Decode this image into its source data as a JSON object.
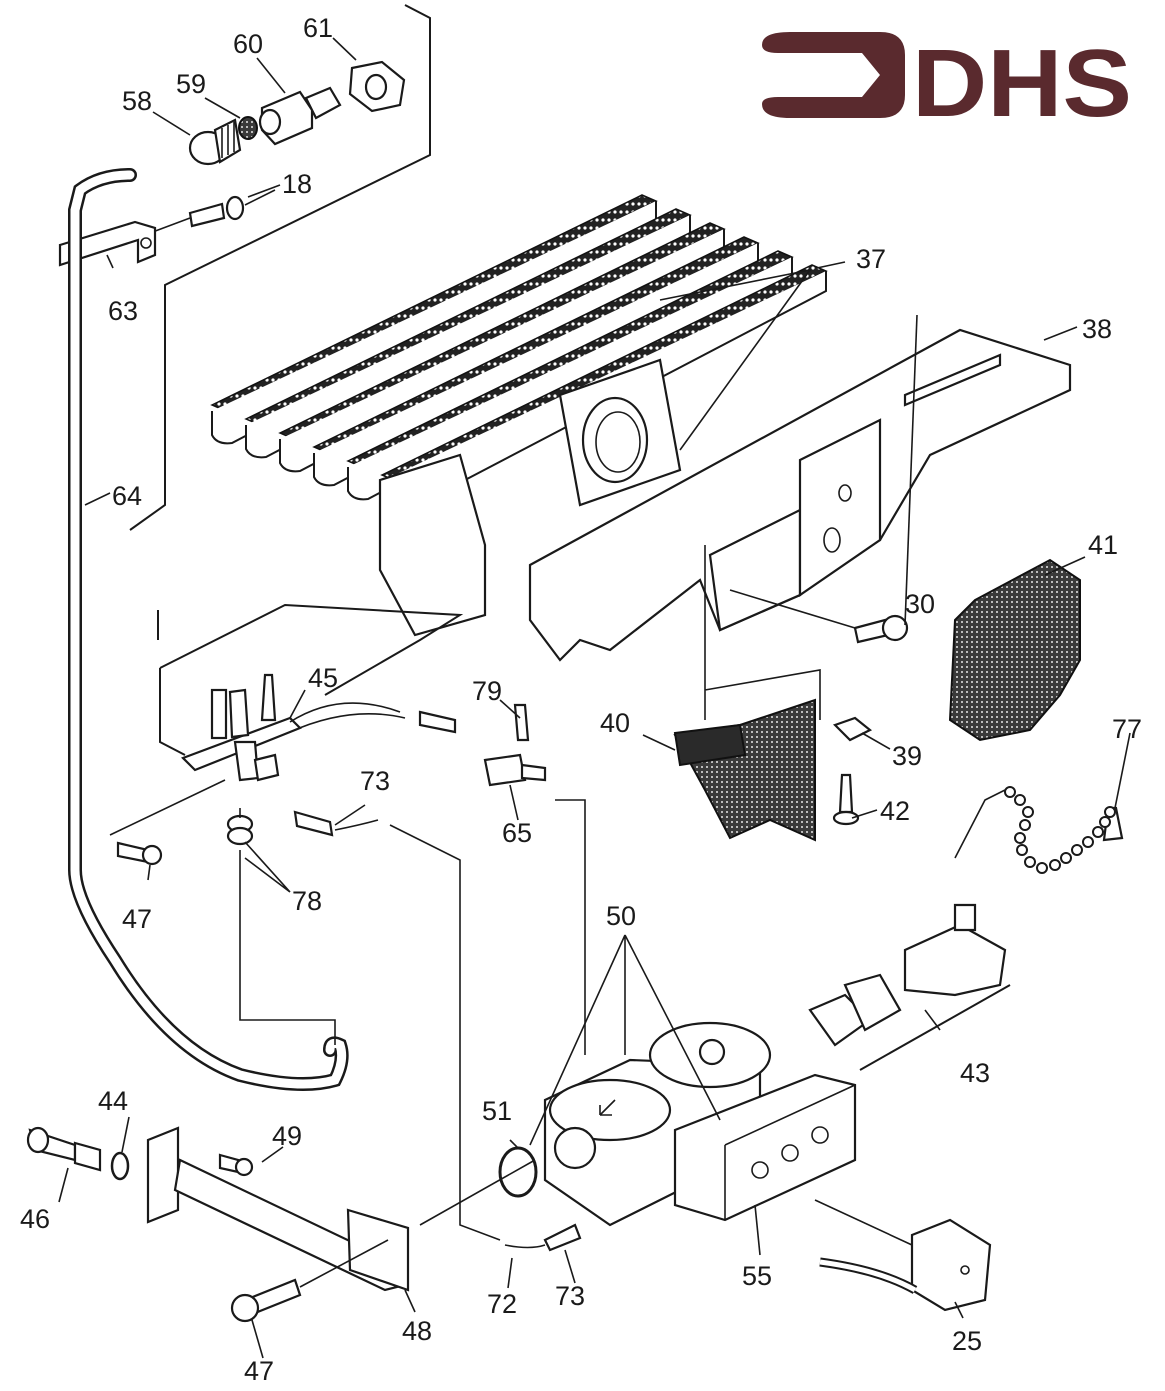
{
  "logo": {
    "text": "DHS",
    "icon": "arrow-right-bracket-icon",
    "color": "#5a2a2e"
  },
  "diagram": {
    "title": "Exploded parts diagram - gas burner assembly",
    "parts": [
      {
        "id": "18",
        "name": "screw"
      },
      {
        "id": "25",
        "name": "valve-connector-plug"
      },
      {
        "id": "30",
        "name": "screw"
      },
      {
        "id": "37",
        "name": "burner-assembly"
      },
      {
        "id": "38",
        "name": "burner-bracket"
      },
      {
        "id": "39",
        "name": "clip-nut"
      },
      {
        "id": "40",
        "name": "flame-shield-left"
      },
      {
        "id": "41",
        "name": "flame-shield-right"
      },
      {
        "id": "42",
        "name": "screw"
      },
      {
        "id": "43",
        "name": "gas-inlet-fitting-set"
      },
      {
        "id": "44",
        "name": "o-ring"
      },
      {
        "id": "45",
        "name": "pilot-assembly"
      },
      {
        "id": "46",
        "name": "nozzle-fitting"
      },
      {
        "id": "47",
        "name": "bolt"
      },
      {
        "id": "48",
        "name": "manifold-tube"
      },
      {
        "id": "49",
        "name": "screw"
      },
      {
        "id": "50",
        "name": "gas-valve"
      },
      {
        "id": "51",
        "name": "o-ring"
      },
      {
        "id": "55",
        "name": "solenoid-box"
      },
      {
        "id": "58",
        "name": "plug-fitting"
      },
      {
        "id": "59",
        "name": "filter-screen"
      },
      {
        "id": "60",
        "name": "compression-fitting"
      },
      {
        "id": "61",
        "name": "hex-nut"
      },
      {
        "id": "63",
        "name": "tube-clip"
      },
      {
        "id": "64",
        "name": "pilot-tube"
      },
      {
        "id": "65",
        "name": "thermocouple-interrupter"
      },
      {
        "id": "72",
        "name": "thermocouple-lead"
      },
      {
        "id": "73",
        "name": "thermocouple-connector"
      },
      {
        "id": "77",
        "name": "bead-chain"
      },
      {
        "id": "78",
        "name": "washers"
      },
      {
        "id": "79",
        "name": "terminal"
      }
    ],
    "labels": {
      "l18": "18",
      "l25": "25",
      "l30": "30",
      "l37": "37",
      "l38": "38",
      "l39": "39",
      "l40": "40",
      "l41": "41",
      "l42": "42",
      "l43": "43",
      "l44": "44",
      "l45": "45",
      "l46": "46",
      "l47a": "47",
      "l47b": "47",
      "l48": "48",
      "l49": "49",
      "l50": "50",
      "l51": "51",
      "l55": "55",
      "l58": "58",
      "l59": "59",
      "l60": "60",
      "l61": "61",
      "l63": "63",
      "l64": "64",
      "l65": "65",
      "l72": "72",
      "l73a": "73",
      "l73b": "73",
      "l77": "77",
      "l78": "78",
      "l79": "79"
    }
  }
}
